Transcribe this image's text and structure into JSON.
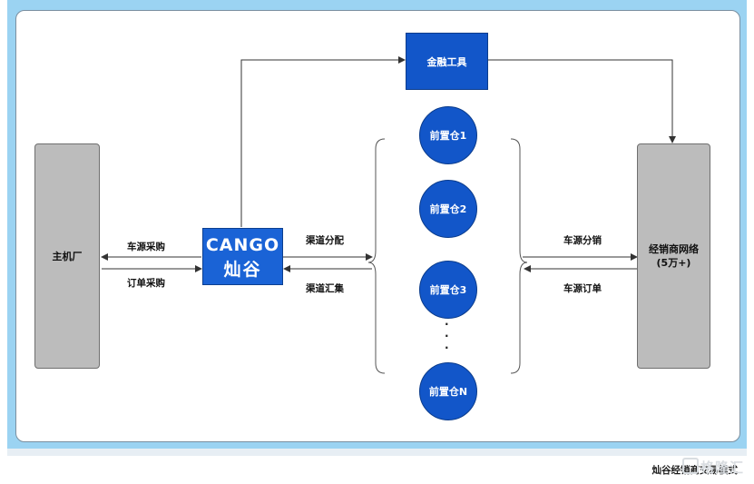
{
  "nodes": {
    "oem": "主机厂",
    "finance_tools": "金融工具",
    "cango_logo_en": "CANGO",
    "cango_logo_cn": "灿谷",
    "dealer_network_line1": "经销商网络",
    "dealer_network_line2": "(5万+)",
    "warehouses": [
      "前置仓1",
      "前置仓2",
      "前置仓3",
      "前置仓N"
    ],
    "ellipsis_dots": [
      "·",
      "·",
      "·"
    ]
  },
  "edges": {
    "car_procurement": "车源采购",
    "order_procurement": "订单采购",
    "channel_distribution": "渠道分配",
    "channel_aggregation": "渠道汇集",
    "car_sales": "车源分销",
    "car_orders": "车源订单"
  },
  "footer": {
    "caption": "灿谷经销商交易模式",
    "watermark": "格隆汇"
  },
  "colors": {
    "frame": "#9bd3f2",
    "node_blue": "#1256c9",
    "gray_block": "#bcbcbc",
    "line": "#333333"
  }
}
